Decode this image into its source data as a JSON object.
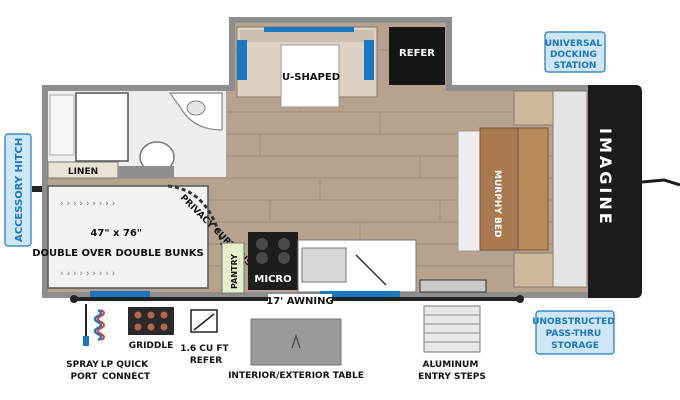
{
  "colors": {
    "accent_blue": "#1a78c2",
    "callout_blue": "#cfe6f7",
    "wall_gray": "#8e8e8e",
    "floor_wood": "#b5a38f",
    "cabinet_tan": "#cdb89c",
    "bed_brown": "#a97a4f",
    "refer_black": "#161616",
    "front_cap_black": "#1b1b1b"
  },
  "rooms": {
    "dinette": "U-SHAPED DINETTE",
    "refer": "REFER",
    "linen": "LINEN",
    "bunks_size": "47\" x 76\"",
    "bunks_name": "DOUBLE OVER DOUBLE BUNKS",
    "privacy_curtains": "PRIVACY CURTAINS",
    "pantry": "PANTRY",
    "micro": "MICRO",
    "murphy_bed": "MURPHY BED",
    "brand": "IMAGINE"
  },
  "callouts": {
    "accessory_hitch": "ACCESSORY HITCH",
    "universal_docking_station": "UNIVERSAL DOCKING STATION",
    "unobstructed_storage": "UNOBSTRUCTED PASS-THRU STORAGE"
  },
  "exterior": {
    "awning": "17' AWNING",
    "spray_port": "SPRAY PORT",
    "lp_quick_connect": "LP QUICK CONNECT",
    "griddle": "GRIDDLE",
    "refer_16": "1.6 CU FT REFER",
    "table": "INTERIOR/EXTERIOR TABLE",
    "entry_steps": "ALUMINUM ENTRY STEPS"
  }
}
